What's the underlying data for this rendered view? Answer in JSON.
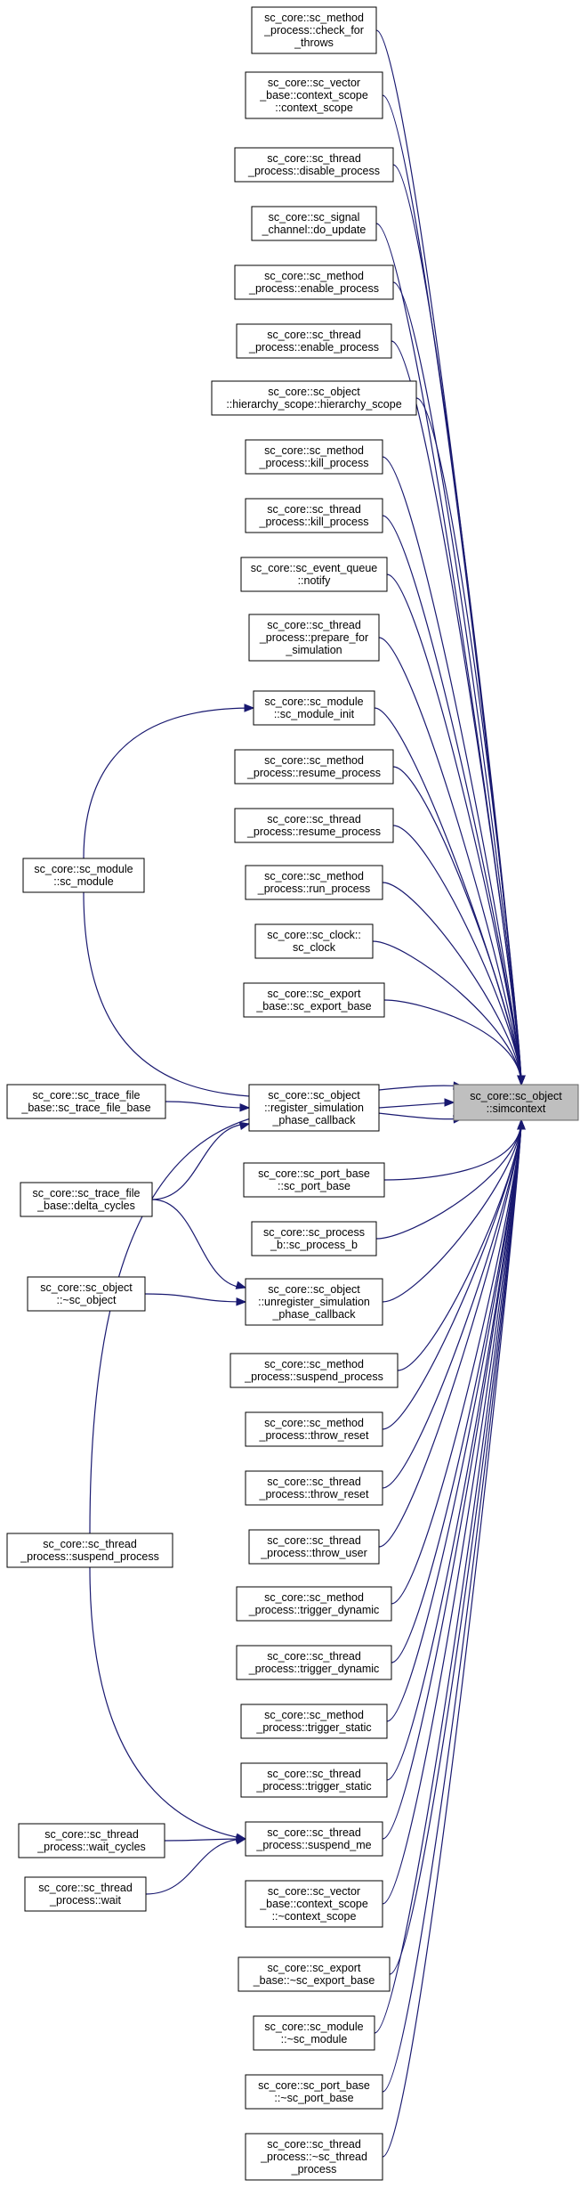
{
  "diagram": {
    "colors": {
      "edge": "#191970",
      "target_fill": "#bfbfbf",
      "node_fill": "#ffffff",
      "node_border": "#000000"
    },
    "nodes": [
      {
        "id": "target",
        "lines": [
          "sc_core::sc_object",
          "::simcontext"
        ],
        "target": true
      },
      {
        "id": "n1",
        "lines": [
          "sc_core::sc_method",
          "_process::check_for",
          "_throws"
        ]
      },
      {
        "id": "n2",
        "lines": [
          "sc_core::sc_vector",
          "_base::context_scope",
          "::context_scope"
        ]
      },
      {
        "id": "n3",
        "lines": [
          "sc_core::sc_thread",
          "_process::disable_process"
        ]
      },
      {
        "id": "n4",
        "lines": [
          "sc_core::sc_signal",
          "_channel::do_update"
        ]
      },
      {
        "id": "n5",
        "lines": [
          "sc_core::sc_method",
          "_process::enable_process"
        ]
      },
      {
        "id": "n6",
        "lines": [
          "sc_core::sc_thread",
          "_process::enable_process"
        ]
      },
      {
        "id": "n7",
        "lines": [
          "sc_core::sc_object",
          "::hierarchy_scope::hierarchy_scope"
        ]
      },
      {
        "id": "n8",
        "lines": [
          "sc_core::sc_method",
          "_process::kill_process"
        ]
      },
      {
        "id": "n9",
        "lines": [
          "sc_core::sc_thread",
          "_process::kill_process"
        ]
      },
      {
        "id": "n10",
        "lines": [
          "sc_core::sc_event_queue",
          "::notify"
        ]
      },
      {
        "id": "n11",
        "lines": [
          "sc_core::sc_thread",
          "_process::prepare_for",
          "_simulation"
        ]
      },
      {
        "id": "n12",
        "lines": [
          "sc_core::sc_module",
          "::sc_module_init"
        ]
      },
      {
        "id": "n13",
        "lines": [
          "sc_core::sc_method",
          "_process::resume_process"
        ]
      },
      {
        "id": "n14",
        "lines": [
          "sc_core::sc_thread",
          "_process::resume_process"
        ]
      },
      {
        "id": "n15",
        "lines": [
          "sc_core::sc_method",
          "_process::run_process"
        ]
      },
      {
        "id": "n16",
        "lines": [
          "sc_core::sc_clock::",
          "sc_clock"
        ]
      },
      {
        "id": "n17",
        "lines": [
          "sc_core::sc_export",
          "_base::sc_export_base"
        ]
      },
      {
        "id": "n18",
        "lines": [
          "sc_core::sc_object",
          "::register_simulation",
          "_phase_callback"
        ]
      },
      {
        "id": "n19",
        "lines": [
          "sc_core::sc_port_base",
          "::sc_port_base"
        ]
      },
      {
        "id": "n20",
        "lines": [
          "sc_core::sc_process",
          "_b::sc_process_b"
        ]
      },
      {
        "id": "n21",
        "lines": [
          "sc_core::sc_object",
          "::unregister_simulation",
          "_phase_callback"
        ]
      },
      {
        "id": "n22",
        "lines": [
          "sc_core::sc_method",
          "_process::suspend_process"
        ]
      },
      {
        "id": "n23",
        "lines": [
          "sc_core::sc_method",
          "_process::throw_reset"
        ]
      },
      {
        "id": "n24",
        "lines": [
          "sc_core::sc_thread",
          "_process::throw_reset"
        ]
      },
      {
        "id": "n25",
        "lines": [
          "sc_core::sc_thread",
          "_process::throw_user"
        ]
      },
      {
        "id": "n26",
        "lines": [
          "sc_core::sc_method",
          "_process::trigger_dynamic"
        ]
      },
      {
        "id": "n27",
        "lines": [
          "sc_core::sc_thread",
          "_process::trigger_dynamic"
        ]
      },
      {
        "id": "n28",
        "lines": [
          "sc_core::sc_method",
          "_process::trigger_static"
        ]
      },
      {
        "id": "n29",
        "lines": [
          "sc_core::sc_thread",
          "_process::trigger_static"
        ]
      },
      {
        "id": "n30",
        "lines": [
          "sc_core::sc_thread",
          "_process::suspend_me"
        ]
      },
      {
        "id": "n31",
        "lines": [
          "sc_core::sc_vector",
          "_base::context_scope",
          "::~context_scope"
        ]
      },
      {
        "id": "n32",
        "lines": [
          "sc_core::sc_export",
          "_base::~sc_export_base"
        ]
      },
      {
        "id": "n33",
        "lines": [
          "sc_core::sc_module",
          "::~sc_module"
        ]
      },
      {
        "id": "n34",
        "lines": [
          "sc_core::sc_port_base",
          "::~sc_port_base"
        ]
      },
      {
        "id": "n35",
        "lines": [
          "sc_core::sc_thread",
          "_process::~sc_thread",
          "_process"
        ]
      },
      {
        "id": "l1",
        "lines": [
          "sc_core::sc_module",
          "::sc_module"
        ]
      },
      {
        "id": "l2",
        "lines": [
          "sc_core::sc_trace_file",
          "_base::sc_trace_file_base"
        ]
      },
      {
        "id": "l3",
        "lines": [
          "sc_core::sc_trace_file",
          "_base::delta_cycles"
        ]
      },
      {
        "id": "l4",
        "lines": [
          "sc_core::sc_object",
          "::~sc_object"
        ]
      },
      {
        "id": "l5",
        "lines": [
          "sc_core::sc_thread",
          "_process::suspend_process"
        ]
      },
      {
        "id": "l6",
        "lines": [
          "sc_core::sc_thread",
          "_process::wait_cycles"
        ]
      },
      {
        "id": "l7",
        "lines": [
          "sc_core::sc_thread",
          "_process::wait"
        ]
      }
    ],
    "edges": [
      [
        "n1",
        "target"
      ],
      [
        "n2",
        "target"
      ],
      [
        "n3",
        "target"
      ],
      [
        "n4",
        "target"
      ],
      [
        "n5",
        "target"
      ],
      [
        "n6",
        "target"
      ],
      [
        "n7",
        "target"
      ],
      [
        "n8",
        "target"
      ],
      [
        "n9",
        "target"
      ],
      [
        "n10",
        "target"
      ],
      [
        "n11",
        "target"
      ],
      [
        "n12",
        "target"
      ],
      [
        "n13",
        "target"
      ],
      [
        "n14",
        "target"
      ],
      [
        "n15",
        "target"
      ],
      [
        "n16",
        "target"
      ],
      [
        "n17",
        "target"
      ],
      [
        "n18",
        "target"
      ],
      [
        "n19",
        "target"
      ],
      [
        "n20",
        "target"
      ],
      [
        "n21",
        "target"
      ],
      [
        "n22",
        "target"
      ],
      [
        "n23",
        "target"
      ],
      [
        "n24",
        "target"
      ],
      [
        "n25",
        "target"
      ],
      [
        "n26",
        "target"
      ],
      [
        "n27",
        "target"
      ],
      [
        "n28",
        "target"
      ],
      [
        "n29",
        "target"
      ],
      [
        "n30",
        "target"
      ],
      [
        "n31",
        "target"
      ],
      [
        "n32",
        "target"
      ],
      [
        "n33",
        "target"
      ],
      [
        "n34",
        "target"
      ],
      [
        "n35",
        "target"
      ],
      [
        "l1",
        "n12"
      ],
      [
        "l1",
        "target"
      ],
      [
        "l2",
        "n18"
      ],
      [
        "l3",
        "n18"
      ],
      [
        "l3",
        "n21"
      ],
      [
        "l4",
        "n21"
      ],
      [
        "l5",
        "target"
      ],
      [
        "l5",
        "n30"
      ],
      [
        "l6",
        "n30"
      ],
      [
        "l7",
        "n30"
      ]
    ]
  }
}
